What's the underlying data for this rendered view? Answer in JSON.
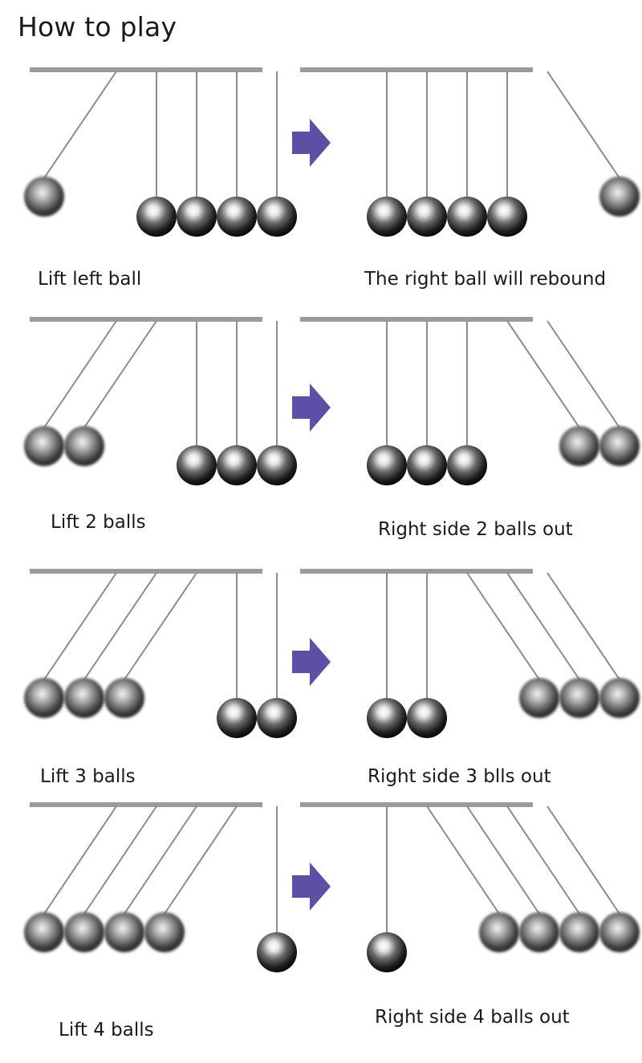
{
  "title": "How to play",
  "colors": {
    "bar": "#9a9a9a",
    "string": "#8c8c8c",
    "arrow": "#5b50a6",
    "ball_light": "#f2f2f2",
    "ball_dark": "#0d0d0d"
  },
  "icons": {
    "arrow": "arrow-right-icon",
    "ball": "steel-ball-icon"
  },
  "rows": [
    {
      "lifted": 1,
      "before_label": "Lift left ball",
      "after_label": "The right ball will rebound"
    },
    {
      "lifted": 2,
      "before_label": "Lift 2 balls",
      "after_label": "Right side 2 balls out"
    },
    {
      "lifted": 3,
      "before_label": "Lift 3 balls",
      "after_label": "Right side 3 blls out"
    },
    {
      "lifted": 4,
      "before_label": "Lift 4 balls",
      "after_label": "Right side 4 balls out"
    }
  ]
}
